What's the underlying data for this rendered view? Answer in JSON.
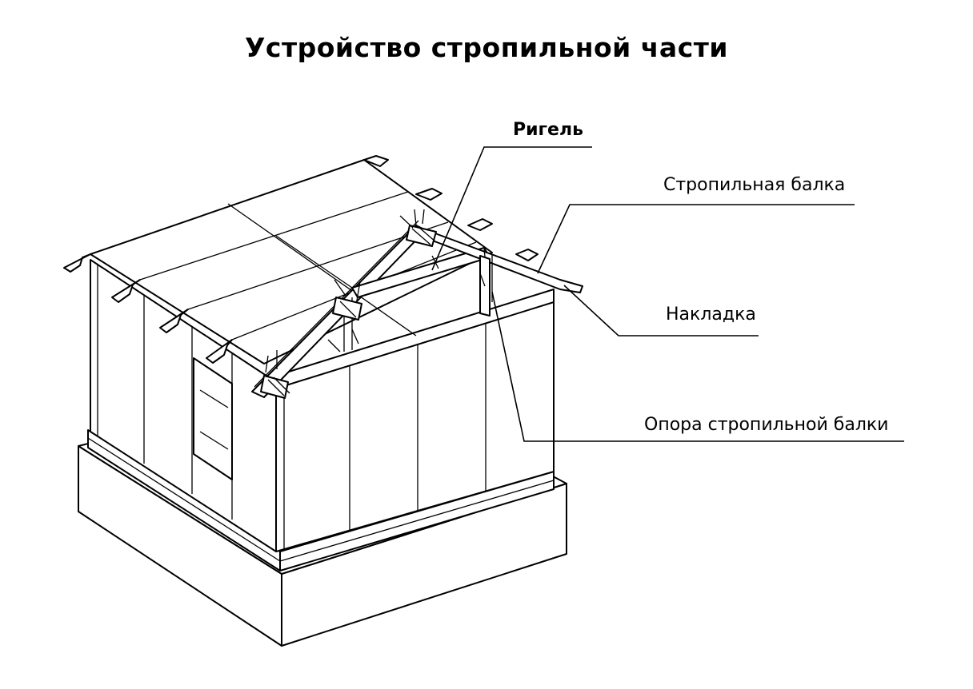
{
  "title": "Устройство стропильной части",
  "labels": {
    "rigel": "Ригель",
    "rafter_beam": "Стропильная балка",
    "overlay": "Накладка",
    "rafter_support": "Опора стропильной балки"
  }
}
